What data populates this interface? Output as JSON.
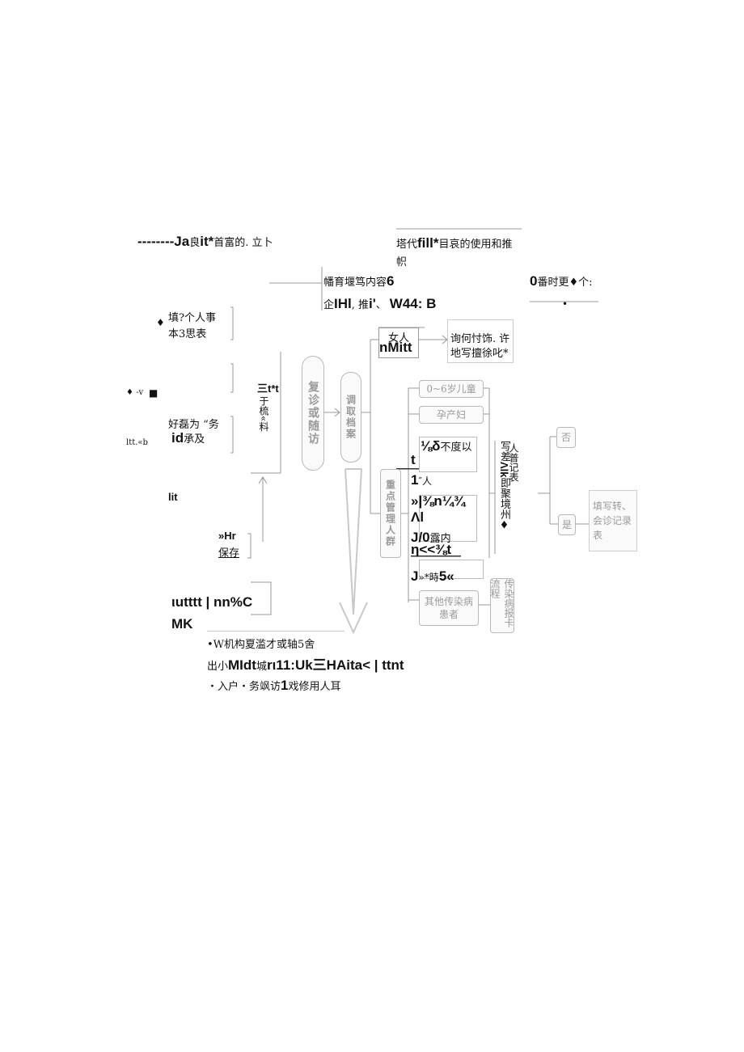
{
  "top_left": {
    "dashes": "--------",
    "ja": "Ja",
    "r1": "良",
    "it": "it*",
    "r2": "首富的. 立卜"
  },
  "top_center": {
    "line1_a": "塔代",
    "line1_b": "fill*",
    "line1_c": "目哀的使用和推",
    "line2": "帜"
  },
  "mid_center": {
    "a": "幡育堰笃内容",
    "b": "6",
    "c": "企",
    "d": "IHl",
    "e": ", 推",
    "f": "i'",
    "g": "、",
    "h": "W44: B"
  },
  "top_right": {
    "a": "0",
    "b": "番时更♦个:"
  },
  "left_box1": {
    "bullet": "♦",
    "line1": "填?个人事",
    "line2": "本3思表"
  },
  "left_margin": {
    "a": "♦ -v",
    "b": "■",
    "c": "ltt.«b"
  },
  "left_box2": {
    "line1": "好磊为 “务",
    "line2_b": "id",
    "line2_c": "承及"
  },
  "left_lit": "lit",
  "left_save": {
    "line1": "»Hr",
    "line2": "保存"
  },
  "left_bottom": {
    "line1": "ιutttt | nn%C",
    "line2": "MK"
  },
  "col_stack": {
    "top": "三t*t",
    "bottom": "于梳«料"
  },
  "oval1": "复诊或随访",
  "oval2": "调取档案",
  "woman_box": {
    "line1": "女人",
    "line2": "nMitt"
  },
  "inquiry_box": {
    "line1": "询何忖饰. 许",
    "line2": "地写擅徐叱*"
  },
  "key_group": "重点管理人群",
  "right_stack": [
    {
      "label": "0~6岁儿童",
      "style": "gray"
    },
    {
      "label": "孕产妇",
      "style": "gray"
    },
    {
      "label": "⅛δ",
      "extra": "不度以"
    },
    {
      "label": "t"
    },
    {
      "label": "1",
      "extra": "″人"
    },
    {
      "label": "»|⅜n¼¾"
    },
    {
      "label": "Λl"
    },
    {
      "label": "J/0",
      "extra": "露内"
    },
    {
      "label": "η<<⅜t"
    },
    {
      "label": "J",
      "extra": "»*時",
      "b": "5«"
    }
  ],
  "other_patients": "其他传染病患者",
  "cards": "传染病报卡流程",
  "fill_vertical": {
    "a": "写",
    "b": "差",
    "c": "Λlk",
    "d": "即聚境州♦",
    "e": "人普记表"
  },
  "yes_box": "否",
  "no_box": "是",
  "fill_record": "填写转、会诊记录表",
  "footer": {
    "line1": "•W机构夏滥才或轴5舍",
    "line2_a": "出小",
    "line2_b": "MIdt",
    "line2_c": "城",
    "line2_d": "rι11:Uk三HAita< | ttnt",
    "line3_a": "・入户・务飒访",
    "line3_b": "1",
    "line3_c": "戏修用人耳"
  }
}
